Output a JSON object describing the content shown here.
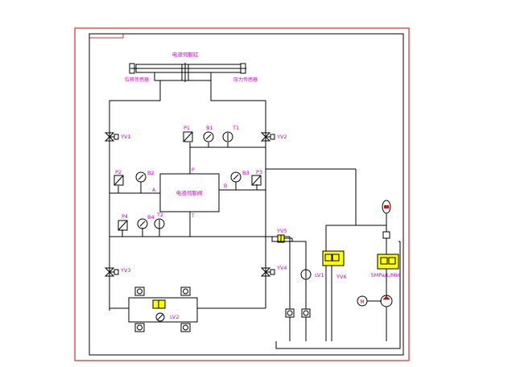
{
  "title_actuator": "电液伺服缸",
  "sensor_left": "位移传感器",
  "sensor_right": "压力传感器",
  "valve_center": "电液伺服阀",
  "valves": {
    "yv1": "YV1",
    "yv2": "YV2",
    "yv3": "YV3",
    "yv4": "YV4",
    "yv5": "YV5",
    "yv6": "YV6",
    "lv1": "LV1",
    "lv2": "LV2"
  },
  "instruments": {
    "p1": "P1",
    "p2": "P2",
    "p3": "P3",
    "p4": "P4",
    "b1": "B1",
    "b2": "B2",
    "b3": "B3",
    "b4": "B4",
    "t1": "T1",
    "t2": "T2"
  },
  "ports": {
    "a": "A",
    "b": "B",
    "p": "P",
    "t": "T"
  },
  "pump_label": "5MPa/L/Min",
  "colors": {
    "border": "#cc0000",
    "label": "#cc00cc",
    "line": "#000000",
    "highlight": "#ffff00"
  }
}
